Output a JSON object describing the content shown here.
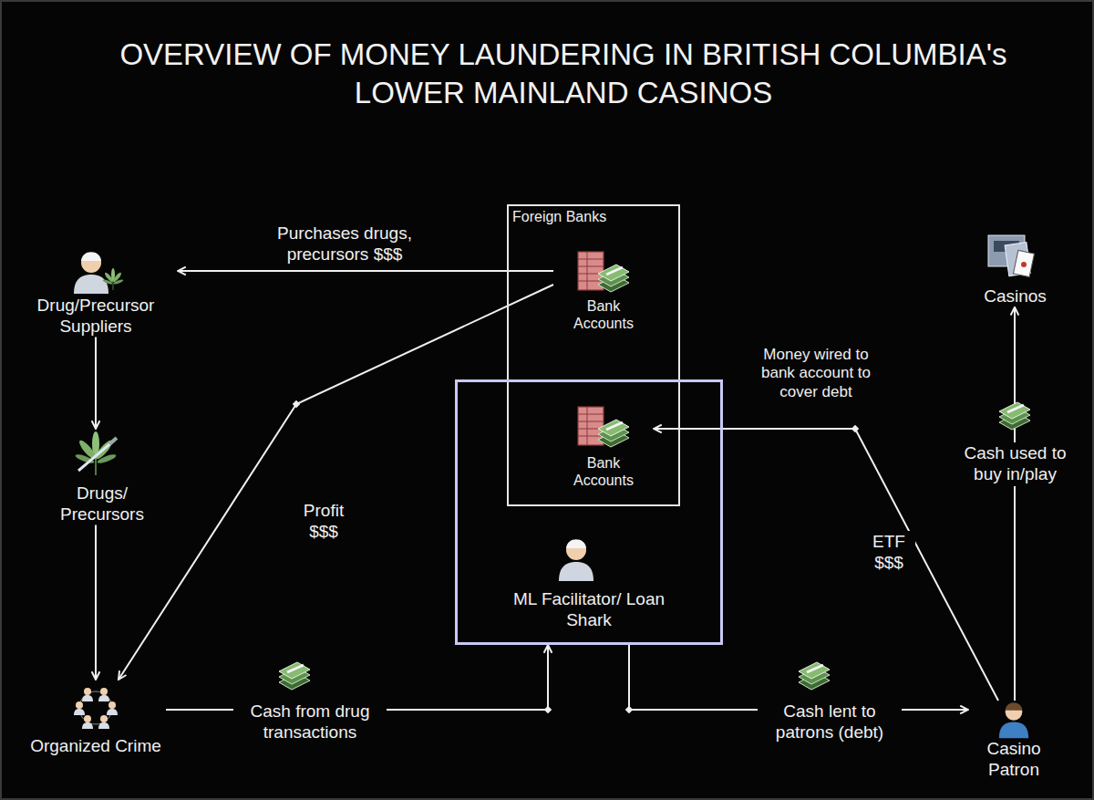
{
  "diagram": {
    "title": "OVERVIEW OF MONEY LAUNDERING IN BRITISH COLUMBIA's LOWER MAINLAND CASINOS",
    "nodes": [
      {
        "text": [
          "Drug/Precursor Suppliers"
        ]
      },
      {
        "text": [
          "Foreign Banks"
        ]
      },
      {
        "text": [
          "Bank Accounts"
        ],
        "in": 1
      },
      {
        "text": [
          "Bank Accounts"
        ],
        "in": 1
      },
      {
        "text": [
          "Casinos"
        ]
      },
      {
        "text": [
          "Drugs/ Precursors"
        ]
      },
      {
        "text": [
          "ML Facilitator/ Loan Shark"
        ]
      },
      {
        "text": [
          "Organized Crime"
        ]
      },
      {
        "text": [
          "Casino Patron"
        ]
      }
    ],
    "edges": [
      {
        "from": 2,
        "to": 0,
        "label": "Purchases drugs, precursors $$$",
        "arrow": "to"
      },
      {
        "from": 0,
        "to": 5,
        "arrow": "to"
      },
      {
        "from": 5,
        "to": 7,
        "arrow": "to"
      },
      {
        "from": 2,
        "to": 7,
        "label": "Profit $$$",
        "arrow": "to"
      },
      {
        "from": 7,
        "to": 6,
        "label": "Cash from drug transactions",
        "arrow": "to"
      },
      {
        "from": 6,
        "to": 8,
        "label": "Cash lent to patrons (debt)",
        "arrow": "to"
      },
      {
        "from": 8,
        "to": 3,
        "label": "ETF $$$",
        "arrow": "to"
      },
      {
        "from": 8,
        "to": 4,
        "label": "Cash used to buy in/play",
        "arrow": "to"
      }
    ],
    "labels": [
      "Money wired to bank account to cover debt"
    ]
  }
}
